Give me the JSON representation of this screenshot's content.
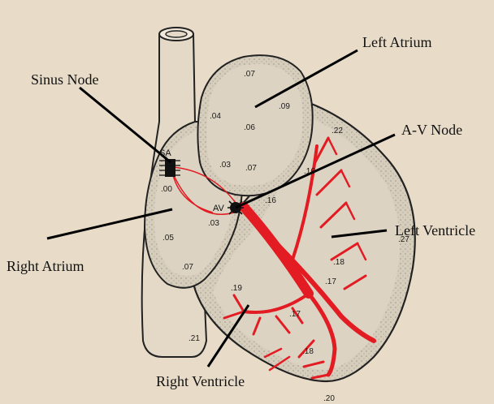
{
  "labels": {
    "left_atrium": "Left Atrium",
    "sinus_node": "Sinus Node",
    "av_node": "A-V Node",
    "left_ventricle": "Left Ventricle",
    "right_atrium": "Right Atrium",
    "right_ventricle": "Right Ventricle",
    "sa": "SA",
    "av": "AV"
  },
  "timings": {
    "la_07": ".07",
    "la_09": ".09",
    "la_04": ".04",
    "la_06": ".06",
    "la_03": ".03",
    "la_07b": ".07",
    "ra_00": ".00",
    "ra_03": ".03",
    "ra_05": ".05",
    "ra_07": ".07",
    "av_16": ".16",
    "lv_22": ".22",
    "lv_16": ".16",
    "lv_27": ".27",
    "lv_18": ".18",
    "lv_17": ".17",
    "rv_19": ".19",
    "rv_17": ".17",
    "rv_21": ".21",
    "rv_18": ".18",
    "rv_20": ".20"
  },
  "colors": {
    "background": "#e8dcc8",
    "conduction": "#e31b23",
    "outline": "#222222",
    "chamber_fill": "#dcd3c3"
  }
}
